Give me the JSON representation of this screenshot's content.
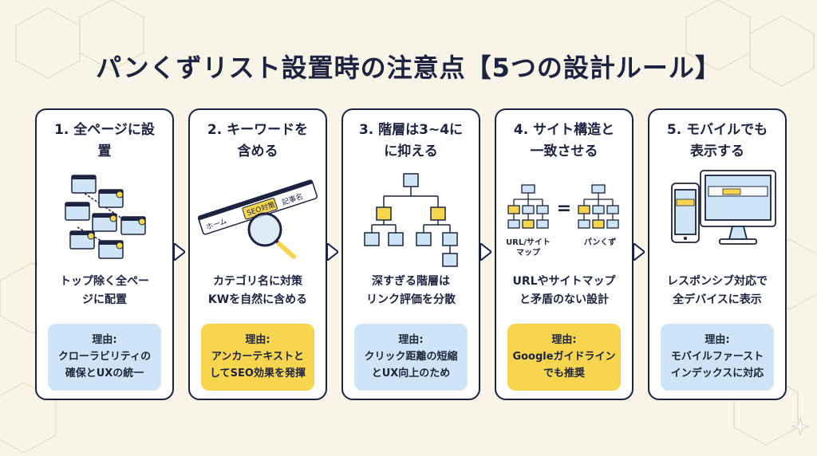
{
  "title": "パンくずリスト設置時の注意点【5つの設計ルール】",
  "cards": [
    {
      "title": "1. 全ページに設\n置",
      "description": "トップ除く全ペー\nジに配置",
      "reason_label": "理由:",
      "reason_text": "クローラビリティの\n確保とUXの統一",
      "reason_style": "blue",
      "icon": "pages-network-icon"
    },
    {
      "title": "2. キーワードを\n含める",
      "description": "カテゴリ名に対策\nKWを自然に含める",
      "reason_label": "理由:",
      "reason_text": "アンカーテキストと\nしてSEO効果を発揮",
      "reason_style": "yellow",
      "icon": "breadcrumb-magnifier-icon",
      "illustration_text": {
        "home": "ホーム",
        "seo": "SEO対策",
        "article": "記事名"
      }
    },
    {
      "title": "3. 階層は3~4に\nに抑える",
      "description": "深すぎる階層は\nリンク評価を分散",
      "reason_label": "理由:",
      "reason_text": "クリック距離の短縮\nとUX向上のため",
      "reason_style": "blue",
      "icon": "hierarchy-tree-icon"
    },
    {
      "title": "4. サイト構造と\n一致させる",
      "description": "URLやサイトマップ\nと矛盾のない設計",
      "reason_label": "理由:",
      "reason_text": "Googleガイドライン\nでも推奨",
      "reason_style": "yellow",
      "icon": "structure-match-icon",
      "illustration_text": {
        "left_caption": "URL/サイト\nマップ",
        "right_caption": "パンくず",
        "equals": "="
      }
    },
    {
      "title": "5. モバイルでも\n表示する",
      "description": "レスポンシブ対応で\n全デバイスに表示",
      "reason_label": "理由:",
      "reason_text": "モバイルファースト\nインデックスに対応",
      "reason_style": "blue",
      "icon": "devices-icon"
    }
  ],
  "colors": {
    "navy": "#1c2340",
    "background": "#f8f4e8",
    "reason_blue": "#cfe4f4",
    "reason_yellow": "#f7d54e"
  }
}
